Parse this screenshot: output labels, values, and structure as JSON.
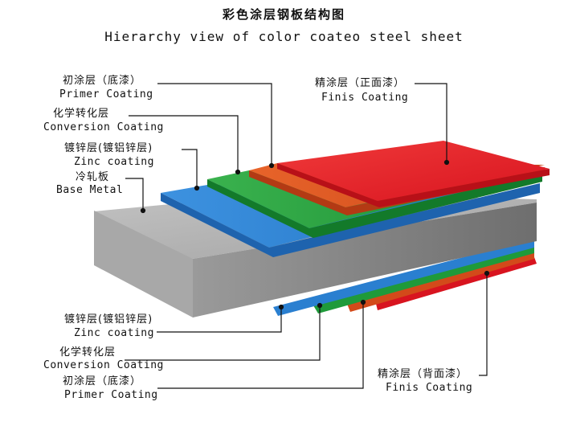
{
  "title": {
    "cn": "彩色涂层钢板结构图",
    "en": "Hierarchy view of color coateo steel sheet"
  },
  "labels": {
    "primer_top": {
      "cn": "初涂层（底漆）",
      "en": "Primer Coating"
    },
    "conversion_top": {
      "cn": "化学转化层",
      "en": "Conversion Coating"
    },
    "zinc_top": {
      "cn": "镀锌层(镀铝锌层)",
      "en": "Zinc coating"
    },
    "base_metal": {
      "cn": "冷轧板",
      "en": "Base Metal"
    },
    "finish_top": {
      "cn": "精涂层（正面漆）",
      "en": "Finis Coating"
    },
    "zinc_bottom": {
      "cn": "镀锌层(镀铝锌层)",
      "en": "Zinc coating"
    },
    "conversion_bottom": {
      "cn": "化学转化层",
      "en": "Conversion Coating"
    },
    "primer_bottom": {
      "cn": "初涂层（底漆）",
      "en": "Primer Coating"
    },
    "finish_bottom": {
      "cn": "精涂层（背面漆）",
      "en": "Finis Coating"
    }
  },
  "colors": {
    "finish": "#e8202a",
    "primer": "#e0561e",
    "conversion": "#1f9a3a",
    "zinc": "#2a7fd0",
    "base_top": "#b8b8b8",
    "base_front": "#8c8c8c",
    "base_side": "#707070"
  }
}
